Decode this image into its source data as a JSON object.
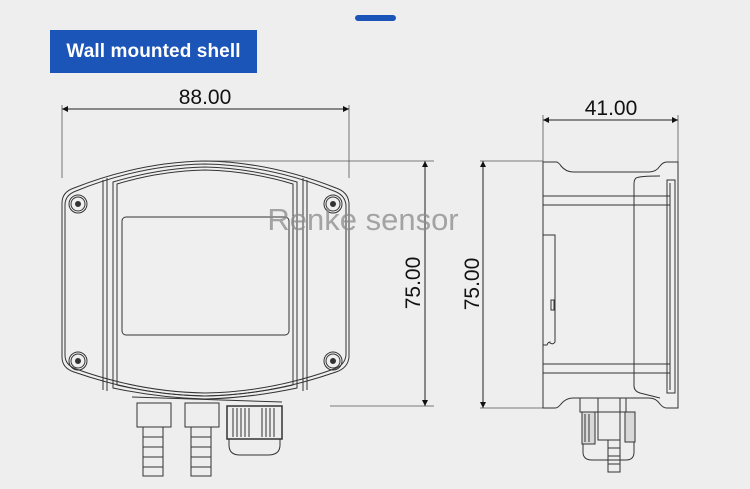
{
  "header": {
    "title": "Wall mounted shell",
    "accent_color": "#1c55b8"
  },
  "watermark": "Renke sensor",
  "front_view": {
    "width_dimension": "88.00",
    "height_dimension": "75.00"
  },
  "side_view": {
    "depth_dimension": "41.00",
    "height_dimension": "75.00"
  }
}
